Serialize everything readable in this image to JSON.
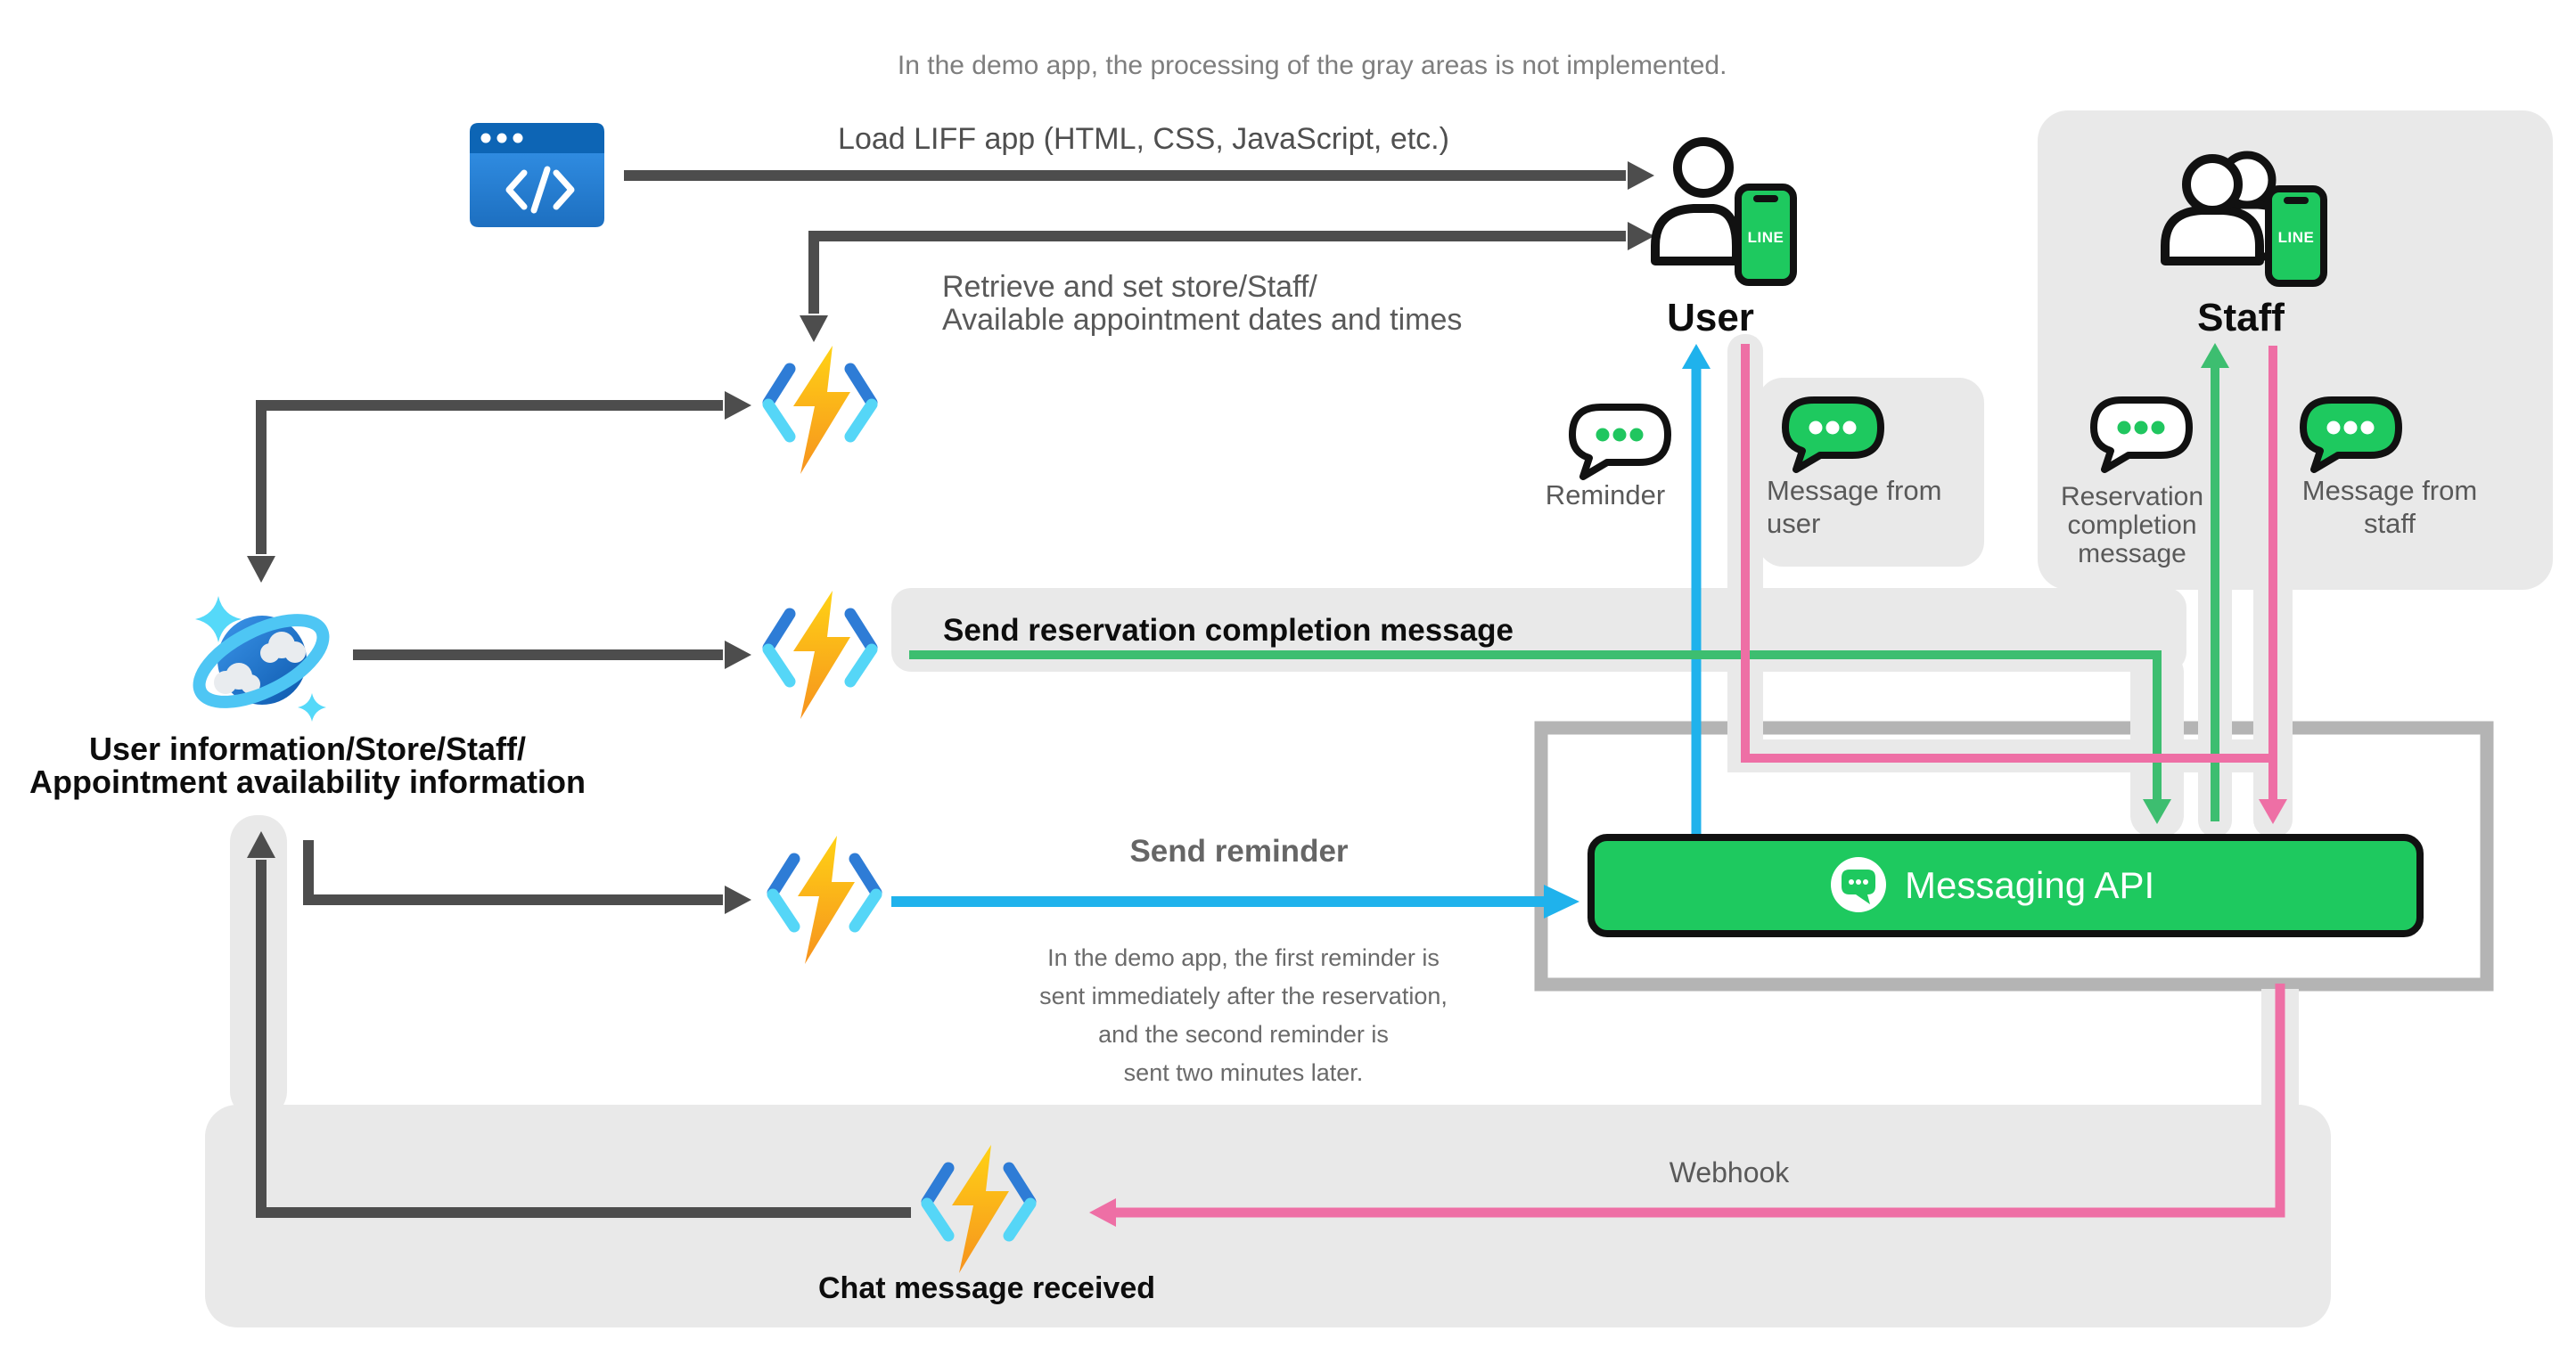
{
  "note": "In the demo app, the processing of the gray areas is not implemented.",
  "flows": {
    "load_liff": "Load LIFF app (HTML, CSS, JavaScript, etc.)",
    "retrieve_lines": [
      "Retrieve and set store/Staff/",
      "Available appointment dates and times"
    ],
    "send_completion": "Send reservation completion message",
    "send_reminder": "Send reminder",
    "reminder_note_lines": [
      "In the demo app, the first reminder is",
      "sent immediately after the reservation,",
      "and the second reminder is",
      "sent two minutes later."
    ],
    "webhook": "Webhook",
    "chat_received": "Chat message received"
  },
  "actors": {
    "user": "User",
    "staff": "Staff",
    "phone_app": "LINE"
  },
  "datastore": {
    "lines": [
      "User information/Store/Staff/",
      "Appointment availability information"
    ]
  },
  "bubbles": {
    "reminder": "Reminder",
    "message_from_user_lines": [
      "Message from",
      "user"
    ],
    "reservation_completion_lines": [
      "Reservation",
      "completion",
      "message"
    ],
    "message_from_staff_lines": [
      "Message from",
      "staff"
    ]
  },
  "api": {
    "label": "Messaging API"
  },
  "icons": {
    "browser": "code-browser-icon",
    "functions": "azure-function-lightning-icon",
    "database": "cosmos-db-globe-icon",
    "user": "person-with-line-phone-icon",
    "staff": "people-with-line-phone-icon",
    "bubble": "chat-bubble-icon",
    "api": "messaging-api-chat-icon"
  },
  "colors": {
    "line_green": "#1EC95F",
    "flow_green": "#3DBE70",
    "flow_pink": "#EE6FA5",
    "flow_blue": "#1FB2EC",
    "arrow_gray": "#4D4D4D",
    "area_gray": "#E9E9E9",
    "boundary_gray": "#B4B4B4"
  }
}
